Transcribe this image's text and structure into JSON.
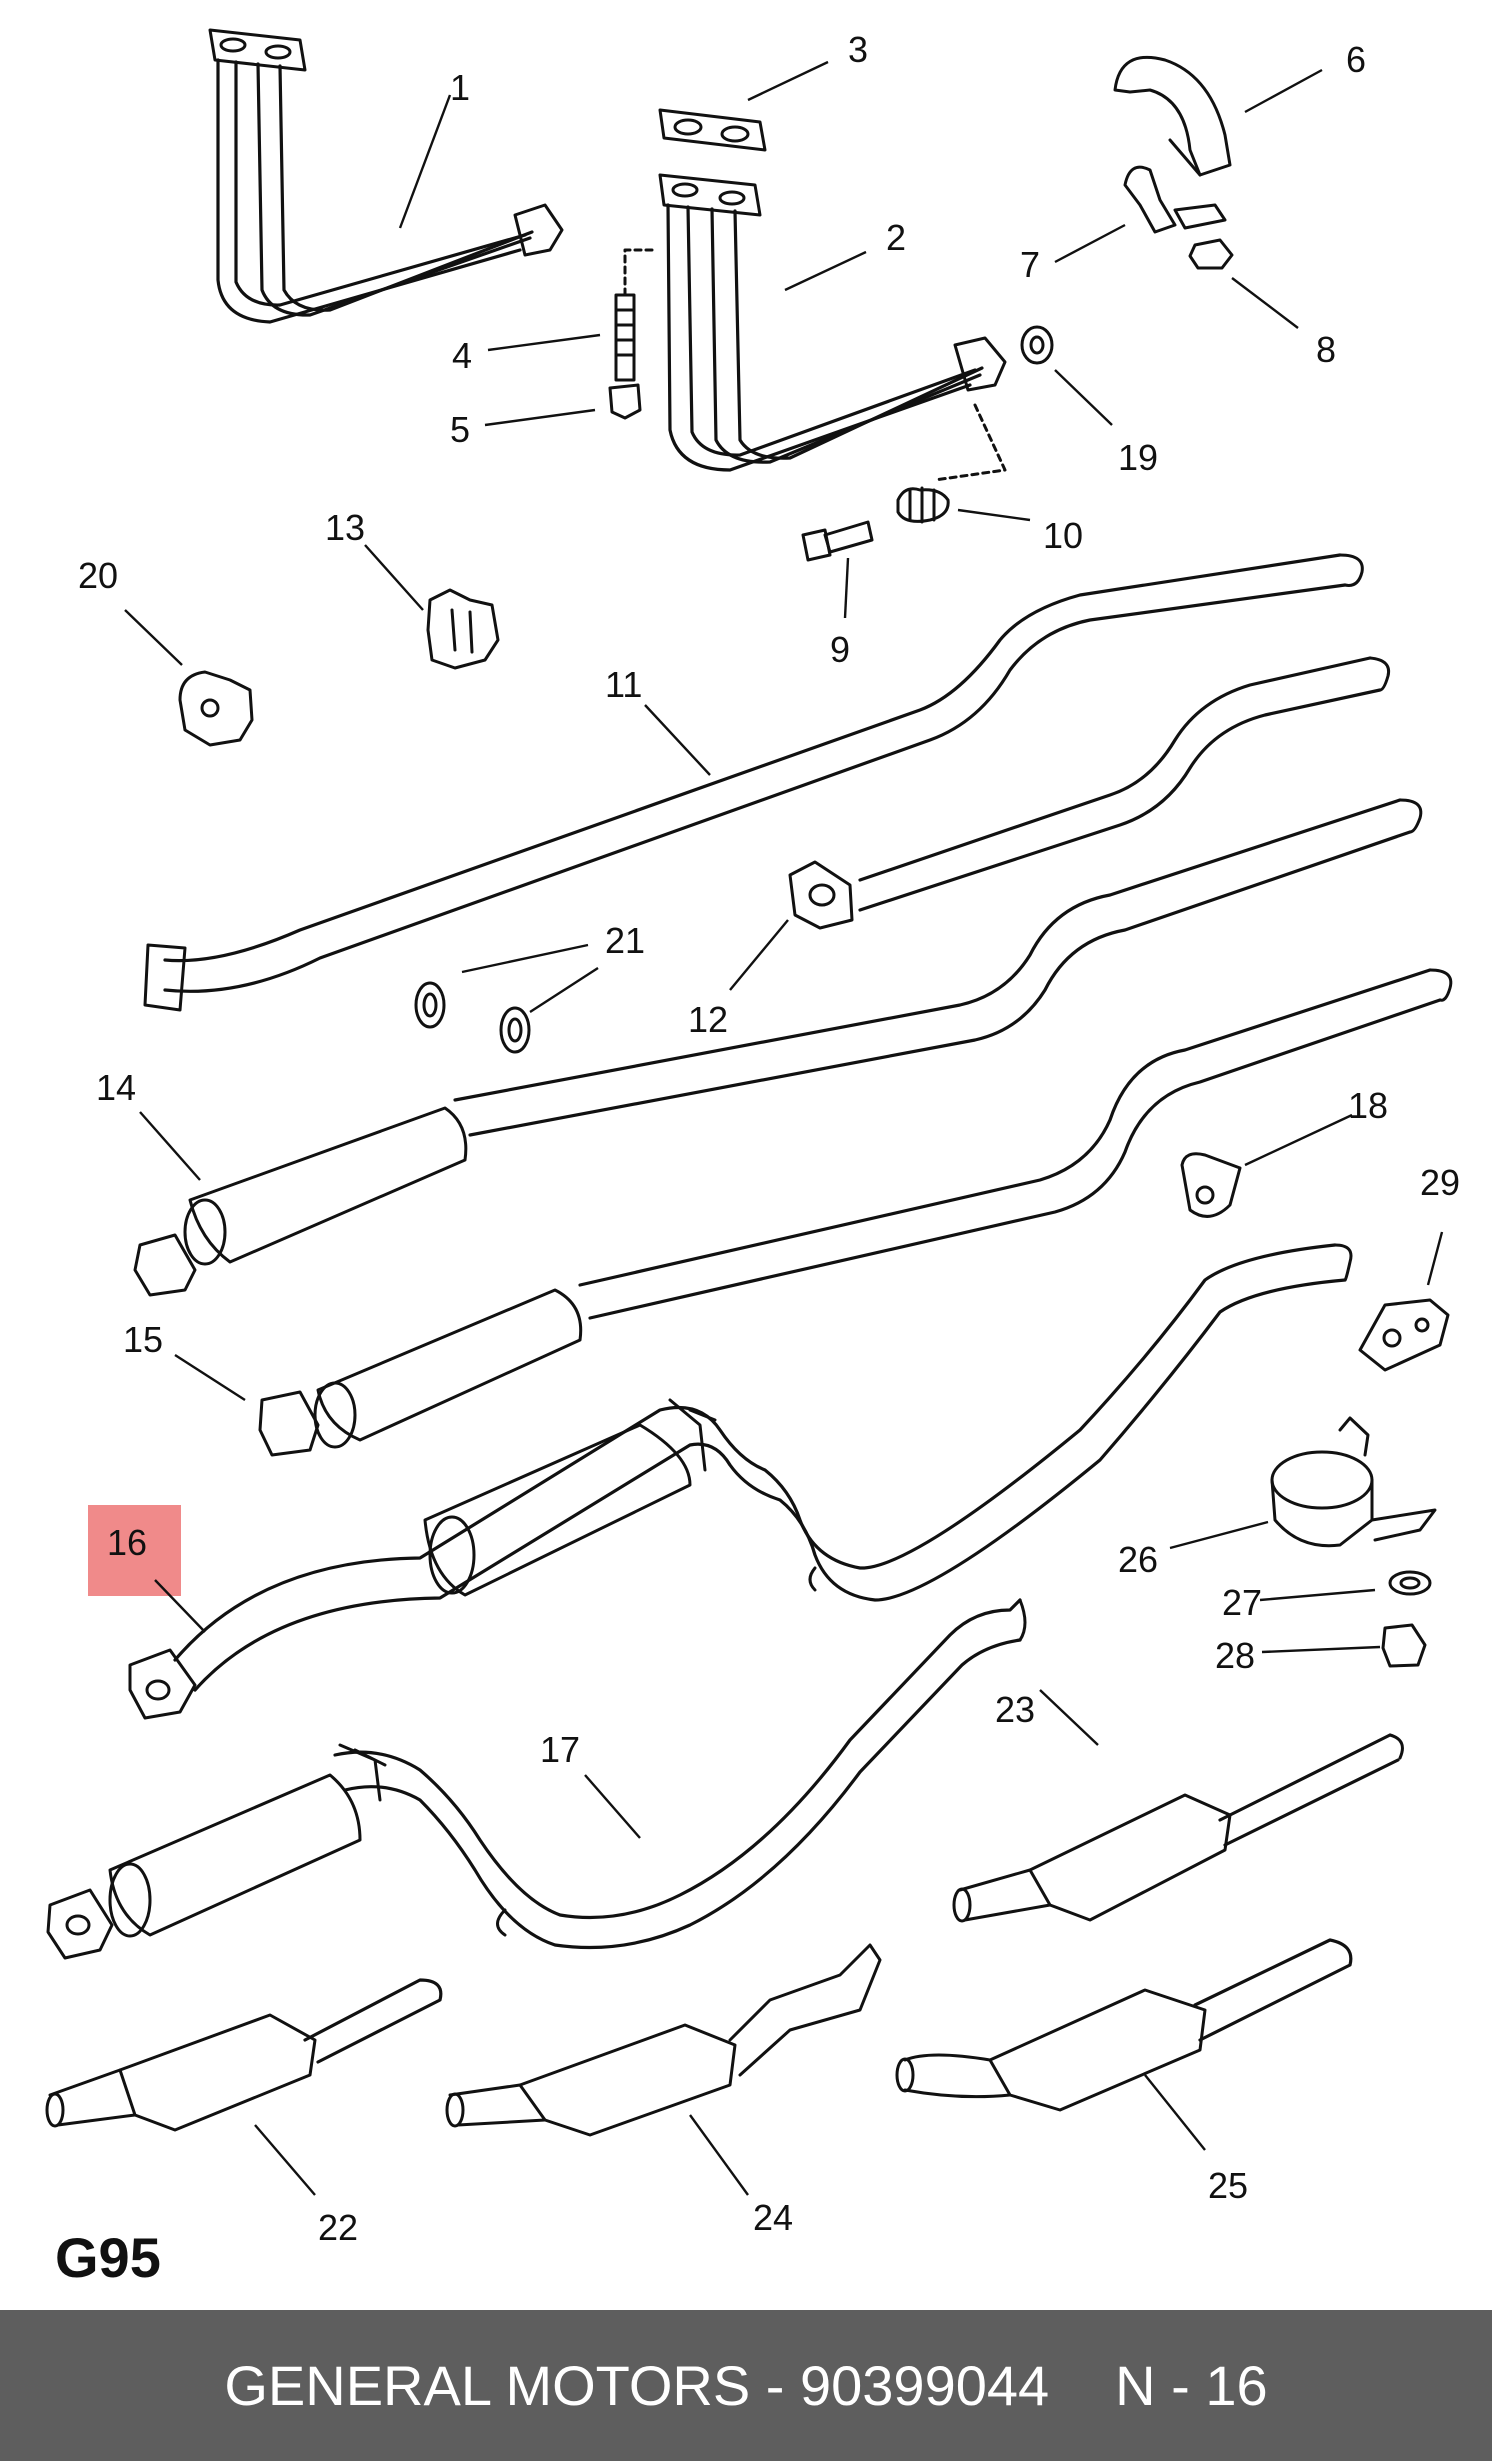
{
  "highlight_color": "#f08a8a",
  "footer_color": "#5e5e5e",
  "page_code": "G95",
  "footer": {
    "part_info": "GENERAL MOTORS - 90399044",
    "callout_ref": "N - 16"
  },
  "highlighted_callout": "16",
  "callouts": {
    "c1": "1",
    "c2": "2",
    "c3": "3",
    "c4": "4",
    "c5": "5",
    "c6": "6",
    "c7": "7",
    "c8": "8",
    "c9": "9",
    "c10": "10",
    "c11": "11",
    "c12": "12",
    "c13": "13",
    "c14": "14",
    "c15": "15",
    "c16": "16",
    "c17": "17",
    "c18": "18",
    "c19": "19",
    "c20": "20",
    "c21": "21",
    "c22": "22",
    "c23": "23",
    "c24": "24",
    "c25": "25",
    "c26": "26",
    "c27": "27",
    "c28": "28",
    "c29": "29"
  }
}
